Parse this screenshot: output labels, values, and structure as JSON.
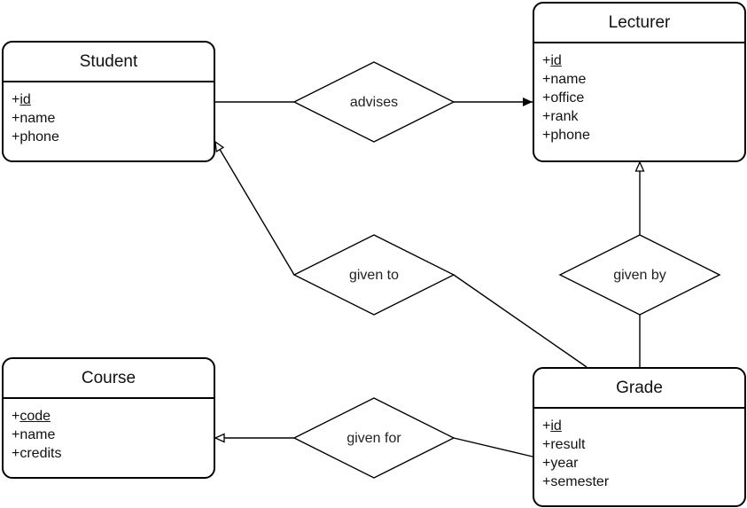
{
  "entities": {
    "student": {
      "name": "Student",
      "attributes": [
        {
          "prefix": "+",
          "name": "id",
          "key": true
        },
        {
          "prefix": "+",
          "name": "name",
          "key": false
        },
        {
          "prefix": "+",
          "name": "phone",
          "key": false
        }
      ]
    },
    "lecturer": {
      "name": "Lecturer",
      "attributes": [
        {
          "prefix": "+",
          "name": "id",
          "key": true
        },
        {
          "prefix": "+",
          "name": "name",
          "key": false
        },
        {
          "prefix": "+",
          "name": "office",
          "key": false
        },
        {
          "prefix": "+",
          "name": "rank",
          "key": false
        },
        {
          "prefix": "+",
          "name": "phone",
          "key": false
        }
      ]
    },
    "course": {
      "name": "Course",
      "attributes": [
        {
          "prefix": "+",
          "name": "code",
          "key": true
        },
        {
          "prefix": "+",
          "name": "name",
          "key": false
        },
        {
          "prefix": "+",
          "name": "credits",
          "key": false
        }
      ]
    },
    "grade": {
      "name": "Grade",
      "attributes": [
        {
          "prefix": "+",
          "name": "id",
          "key": true
        },
        {
          "prefix": "+",
          "name": "result",
          "key": false
        },
        {
          "prefix": "+",
          "name": "year",
          "key": false
        },
        {
          "prefix": "+",
          "name": "semester",
          "key": false
        }
      ]
    }
  },
  "relationships": {
    "advises": {
      "label": "advises"
    },
    "given_to": {
      "label": "given to"
    },
    "given_by": {
      "label": "given by"
    },
    "given_for": {
      "label": "given for"
    }
  },
  "colors": {
    "stroke": "#000000",
    "background": "#ffffff",
    "text": "#111111"
  }
}
